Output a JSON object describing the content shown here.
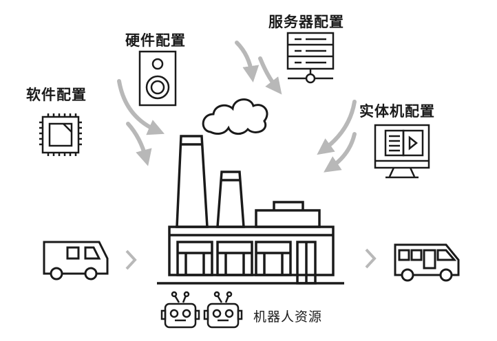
{
  "labels": {
    "software": "软件配置",
    "hardware": "硬件配置",
    "server": "服务器配置",
    "physical": "实体机配置",
    "robots": "机器人资源"
  },
  "icons": {
    "software": "chip-icon",
    "hardware": "speaker-icon",
    "server": "server-rack-icon",
    "physical": "monitor-icon",
    "factory": "factory-icon",
    "cloud": "smoke-cloud-icon",
    "truck_in": "delivery-van-icon",
    "truck_out": "camper-van-icon",
    "robot": "robot-icon"
  },
  "colors": {
    "line": "#1a1a1a",
    "arrow": "#b8b8b8"
  }
}
